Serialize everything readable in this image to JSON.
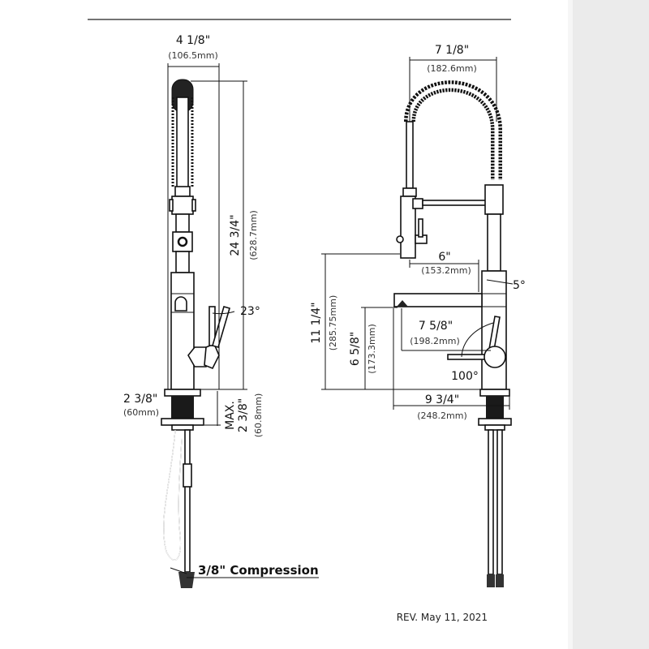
{
  "left_view": {
    "width": {
      "in": "4 1/8\"",
      "mm": "(106.5mm)"
    },
    "height": {
      "in": "24 3/4\"",
      "mm": "(628.7mm)"
    },
    "handle_angle": "23°",
    "base_dia": {
      "in": "2 3/8\"",
      "mm": "(60mm)"
    },
    "max_deck": {
      "label": "MAX.",
      "in": "2 3/8\"",
      "mm": "(60.8mm)"
    },
    "connection": "3/8\" Compression"
  },
  "right_view": {
    "width": {
      "in": "7 1/8\"",
      "mm": "(182.6mm)"
    },
    "sprayer_reach": {
      "in": "6\"",
      "mm": "(153.2mm)"
    },
    "spout_angle": "5°",
    "spout_height": {
      "in": "11 1/4\"",
      "mm": "(285.75mm)"
    },
    "aerator_height": {
      "in": "6 5/8\"",
      "mm": "(173.3mm)"
    },
    "spout_reach": {
      "in": "7 5/8\"",
      "mm": "(198.2mm)"
    },
    "handle_rotation": "100°",
    "total_reach": {
      "in": "9 3/4\"",
      "mm": "(248.2mm)"
    }
  },
  "revision": "REV. May 11, 2021"
}
